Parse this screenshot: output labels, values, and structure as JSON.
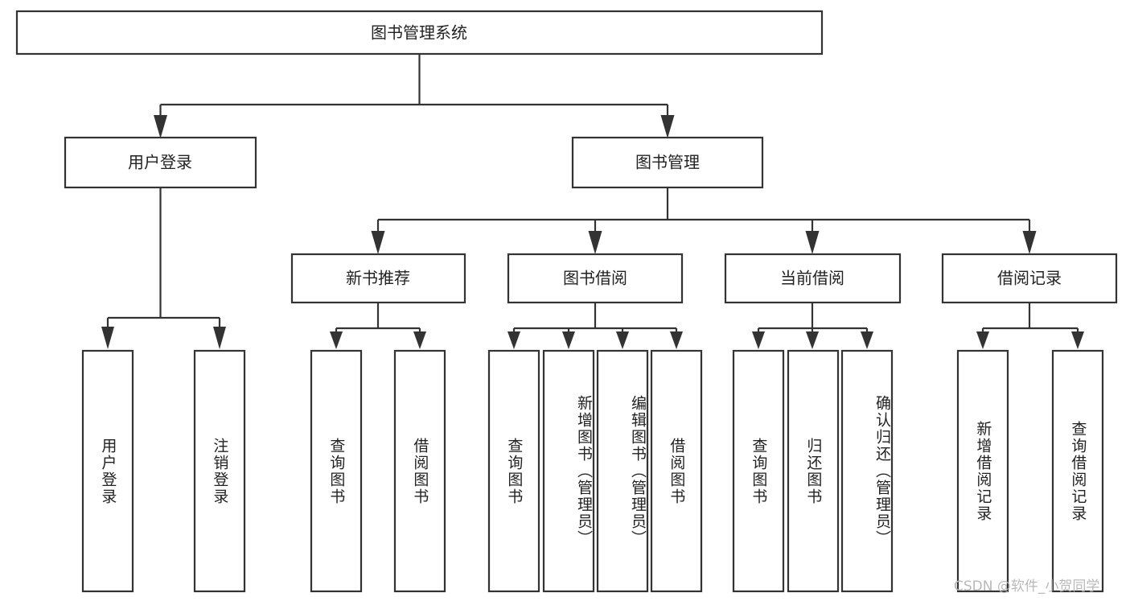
{
  "diagram": {
    "title": "图书管理系统",
    "type": "tree-hierarchy-chart",
    "colors": {
      "box_stroke": "#333333",
      "box_fill": "#ffffff",
      "background": "#ffffff",
      "watermark": "#b9b9b9"
    },
    "root": {
      "label": "图书管理系统"
    },
    "level2": [
      {
        "label": "用户登录"
      },
      {
        "label": "图书管理"
      }
    ],
    "level3": [
      {
        "label": "新书推荐"
      },
      {
        "label": "图书借阅"
      },
      {
        "label": "当前借阅"
      },
      {
        "label": "借阅记录"
      }
    ],
    "leaves": {
      "user_login": [
        {
          "label": "用户登录"
        },
        {
          "label": "注销登录"
        }
      ],
      "new_book_recommend": [
        {
          "label": "查询图书"
        },
        {
          "label": "借阅图书"
        }
      ],
      "book_borrow": [
        {
          "label": "查询图书"
        },
        {
          "label": "新增图书（管理员）"
        },
        {
          "label": "编辑图书（管理员）"
        },
        {
          "label": "借阅图书"
        }
      ],
      "current_borrow": [
        {
          "label": "查询图书"
        },
        {
          "label": "归还图书"
        },
        {
          "label": "确认归还（管理员）"
        }
      ],
      "borrow_record": [
        {
          "label": "新增借阅记录"
        },
        {
          "label": "查询借阅记录"
        }
      ]
    },
    "watermark": "CSDN @软件_小贺同学"
  }
}
